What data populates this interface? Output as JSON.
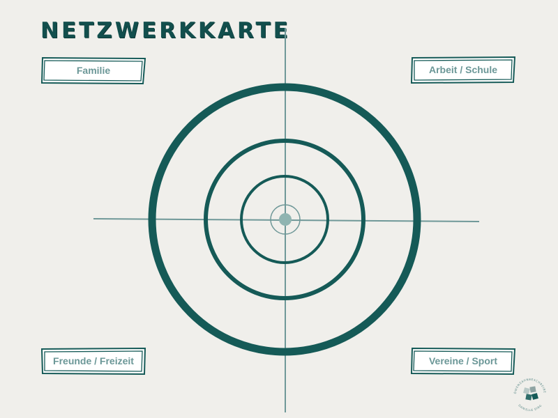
{
  "title": "NETZWERKKARTE",
  "categories": {
    "top_left": "Familie",
    "top_right": "Arbeit / Schule",
    "bottom_left": "Freunde / Freizeit",
    "bottom_right": "Vereine / Sport"
  },
  "logo": {
    "top_text": "LÖWENZAHNBESCHREIBEN",
    "bottom_text": "DANIELLE DIBG"
  },
  "colors": {
    "background": "#f0efeb",
    "ring": "#155a57",
    "axis": "#6f9898",
    "center_dot": "#8fb4b1",
    "label_text": "#6b9797"
  }
}
